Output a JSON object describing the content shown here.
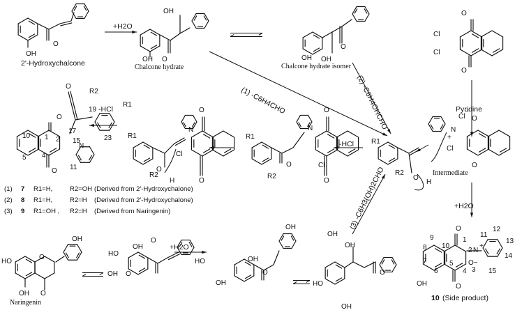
{
  "compound_labels": {
    "hydroxychalcone": "2'-Hydroxychalcone",
    "chalcone_hydrate": "Chalcone hydrate",
    "chalcone_hydrate_isomer": "Chalcone hydrate isomer",
    "intermediate": "Intermediate",
    "naringenin": "Naringenin",
    "side_product_num": "10",
    "side_product_text": "(Side product)"
  },
  "reagents": {
    "h2o_1": "+H2O",
    "pyridine": "Pyridine",
    "h2o_2": "+H2O",
    "h2o_3": "+H2O",
    "hcl_1": "-HCl",
    "hcl_2": "-HCl",
    "path1": "(1) -C6H4CHO",
    "path2": "(2) -C6H4OHCHO",
    "path3": "(3) -C6H3(OH)2CHO"
  },
  "legend": [
    {
      "idx": "(1)",
      "num": "7",
      "r1": "R1=H,",
      "r2": "R2=OH",
      "note": "(Derived from 2'-Hydroxychalone)"
    },
    {
      "idx": "(2)",
      "num": "8",
      "r1": "R1=H,",
      "r2": "R2=H",
      "note": "(Derived from 2'-Hydroxychalone)"
    },
    {
      "idx": "(3)",
      "num": "9",
      "r1": "R1=OH ,",
      "r2": "R2=H",
      "note": "(Derived from Naringenin)"
    }
  ],
  "atoms": {
    "OH": "OH",
    "O": "O",
    "HO": "HO",
    "Cl": "Cl",
    "N": "N",
    "H": "H",
    "R1": "R1",
    "R2": "R2",
    "plus": "+",
    "minus": "−",
    "Oneg": "O−"
  },
  "numbering": {
    "prod": [
      "19",
      "17",
      "10",
      "1",
      "2",
      "15",
      "5",
      "4",
      "11",
      "23"
    ],
    "side": [
      "9",
      "10",
      "1",
      "2",
      "11",
      "12",
      "13",
      "14",
      "15",
      "8",
      "7",
      "6",
      "5",
      "4",
      "3"
    ]
  }
}
